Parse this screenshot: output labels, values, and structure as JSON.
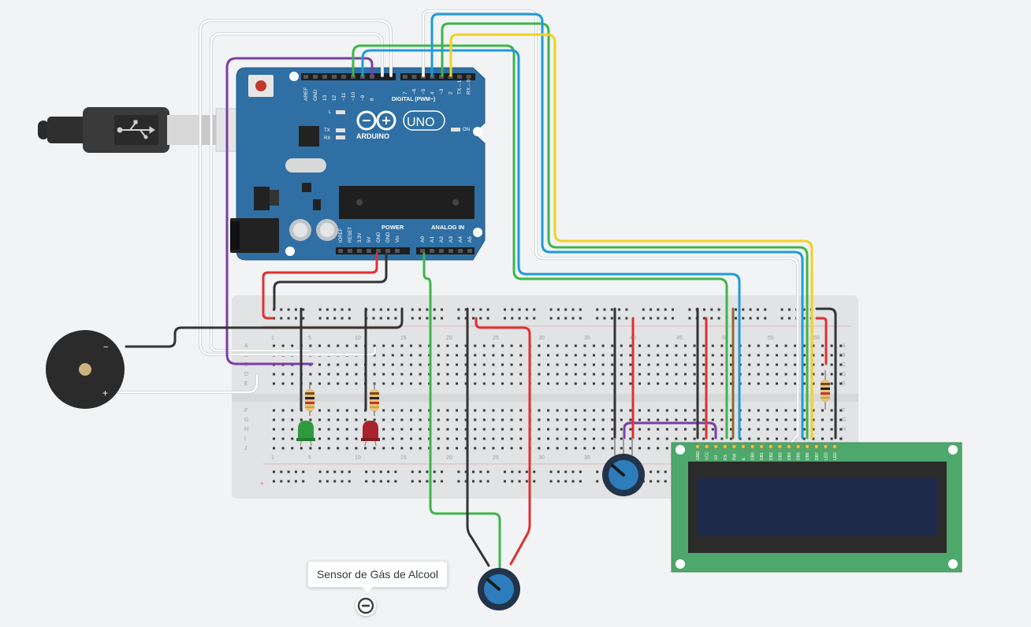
{
  "canvas": {
    "background": "#f1f3f5"
  },
  "arduino": {
    "board_color": "#2f6fa3",
    "brand": "ARDUINO",
    "model": "UNO",
    "digital_title": "DIGITAL (PWM~)",
    "power_title": "POWER",
    "analog_title": "ANALOG IN",
    "led_labels": [
      "L",
      "TX",
      "RX"
    ],
    "on_label": "ON",
    "digital_pins_left": [
      "AREF",
      "GND",
      "13",
      "12",
      "~11",
      "~10",
      "~9",
      "8"
    ],
    "digital_pins_right": [
      "7",
      "~6",
      "~5",
      "4",
      "~3",
      "2",
      "TX→1",
      "RX←0"
    ],
    "power_pins": [
      "IOREF",
      "RESET",
      "3.3V",
      "5V",
      "GND",
      "GND",
      "Vin"
    ],
    "analog_pins": [
      "A0",
      "A1",
      "A2",
      "A3",
      "A4",
      "A5"
    ]
  },
  "usb_cable": {
    "icon": "usb-icon"
  },
  "breadboard": {
    "row_letters_top": [
      "A",
      "B",
      "C",
      "D",
      "E"
    ],
    "row_letters_bottom": [
      "F",
      "G",
      "H",
      "I",
      "J"
    ],
    "col_numbers_top": [
      "1",
      "5",
      "10",
      "15",
      "20",
      "25",
      "30",
      "35",
      "40",
      "45",
      "50",
      "55",
      "60"
    ],
    "col_numbers_bottom": [
      "1",
      "5",
      "10",
      "15",
      "20",
      "25",
      "30",
      "35"
    ],
    "rail_plus": "+",
    "rail_minus": "−"
  },
  "buzzer": {
    "minus_label": "−",
    "plus_label": "+"
  },
  "lcd": {
    "pins": [
      "GND",
      "VCC",
      "V0",
      "RS",
      "RW",
      "E",
      "DB0",
      "DB1",
      "DB2",
      "DB3",
      "DB4",
      "DB5",
      "DB6",
      "DB7",
      "LED",
      "LED"
    ],
    "board_color": "#4fa86b",
    "screen_color": "#1e2a4a"
  },
  "leds": [
    {
      "color": "#2e9a3e",
      "label": "green LED"
    },
    {
      "color": "#a8232b",
      "label": "red LED"
    }
  ],
  "wires": {
    "red": "#e03030",
    "black": "#333333",
    "green": "#3fb54a",
    "blue": "#1f9bd8",
    "yellow": "#f2d21e",
    "purple": "#7a3ea8",
    "white": "#ffffff",
    "brown": "#8a6a3a"
  },
  "tooltip": {
    "text": "Sensor de Gás de Alcool"
  },
  "remove_button": {
    "icon": "minus-circle-icon"
  }
}
